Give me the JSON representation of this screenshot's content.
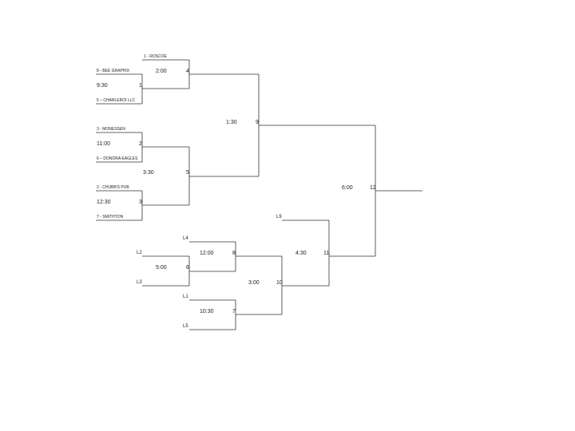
{
  "teams": {
    "t1": "1 - ROSCOE",
    "t8": "8 - BEE GRAPHIX",
    "t5": "5 – CHARLEROI LLC",
    "t3": "3 - MONESSEN",
    "t6": "6 – DONORA EAGLES",
    "t2": "2 - CHUBB'S PUB",
    "t7": "7 - SMITHTON"
  },
  "times": {
    "g1": "9:30",
    "g2": "11:00",
    "g3": "12:30",
    "g4": "2:00",
    "g5": "3:30",
    "g6": "5:00",
    "g7": "10:30",
    "g8": "12:00",
    "g9": "1:30",
    "g10": "3:00",
    "g11": "4:30",
    "g12": "6:00"
  },
  "game_numbers": {
    "g1": "1",
    "g2": "2",
    "g3": "3",
    "g4": "4",
    "g5": "5",
    "g6": "6",
    "g7": "7",
    "g8": "8",
    "g9": "9",
    "g10": "10",
    "g11": "11",
    "g12": "12"
  },
  "losers": {
    "l4": "L4",
    "l2": "L2",
    "l3": "L3",
    "l1": "L1",
    "l5": "L5",
    "l9": "L9"
  }
}
